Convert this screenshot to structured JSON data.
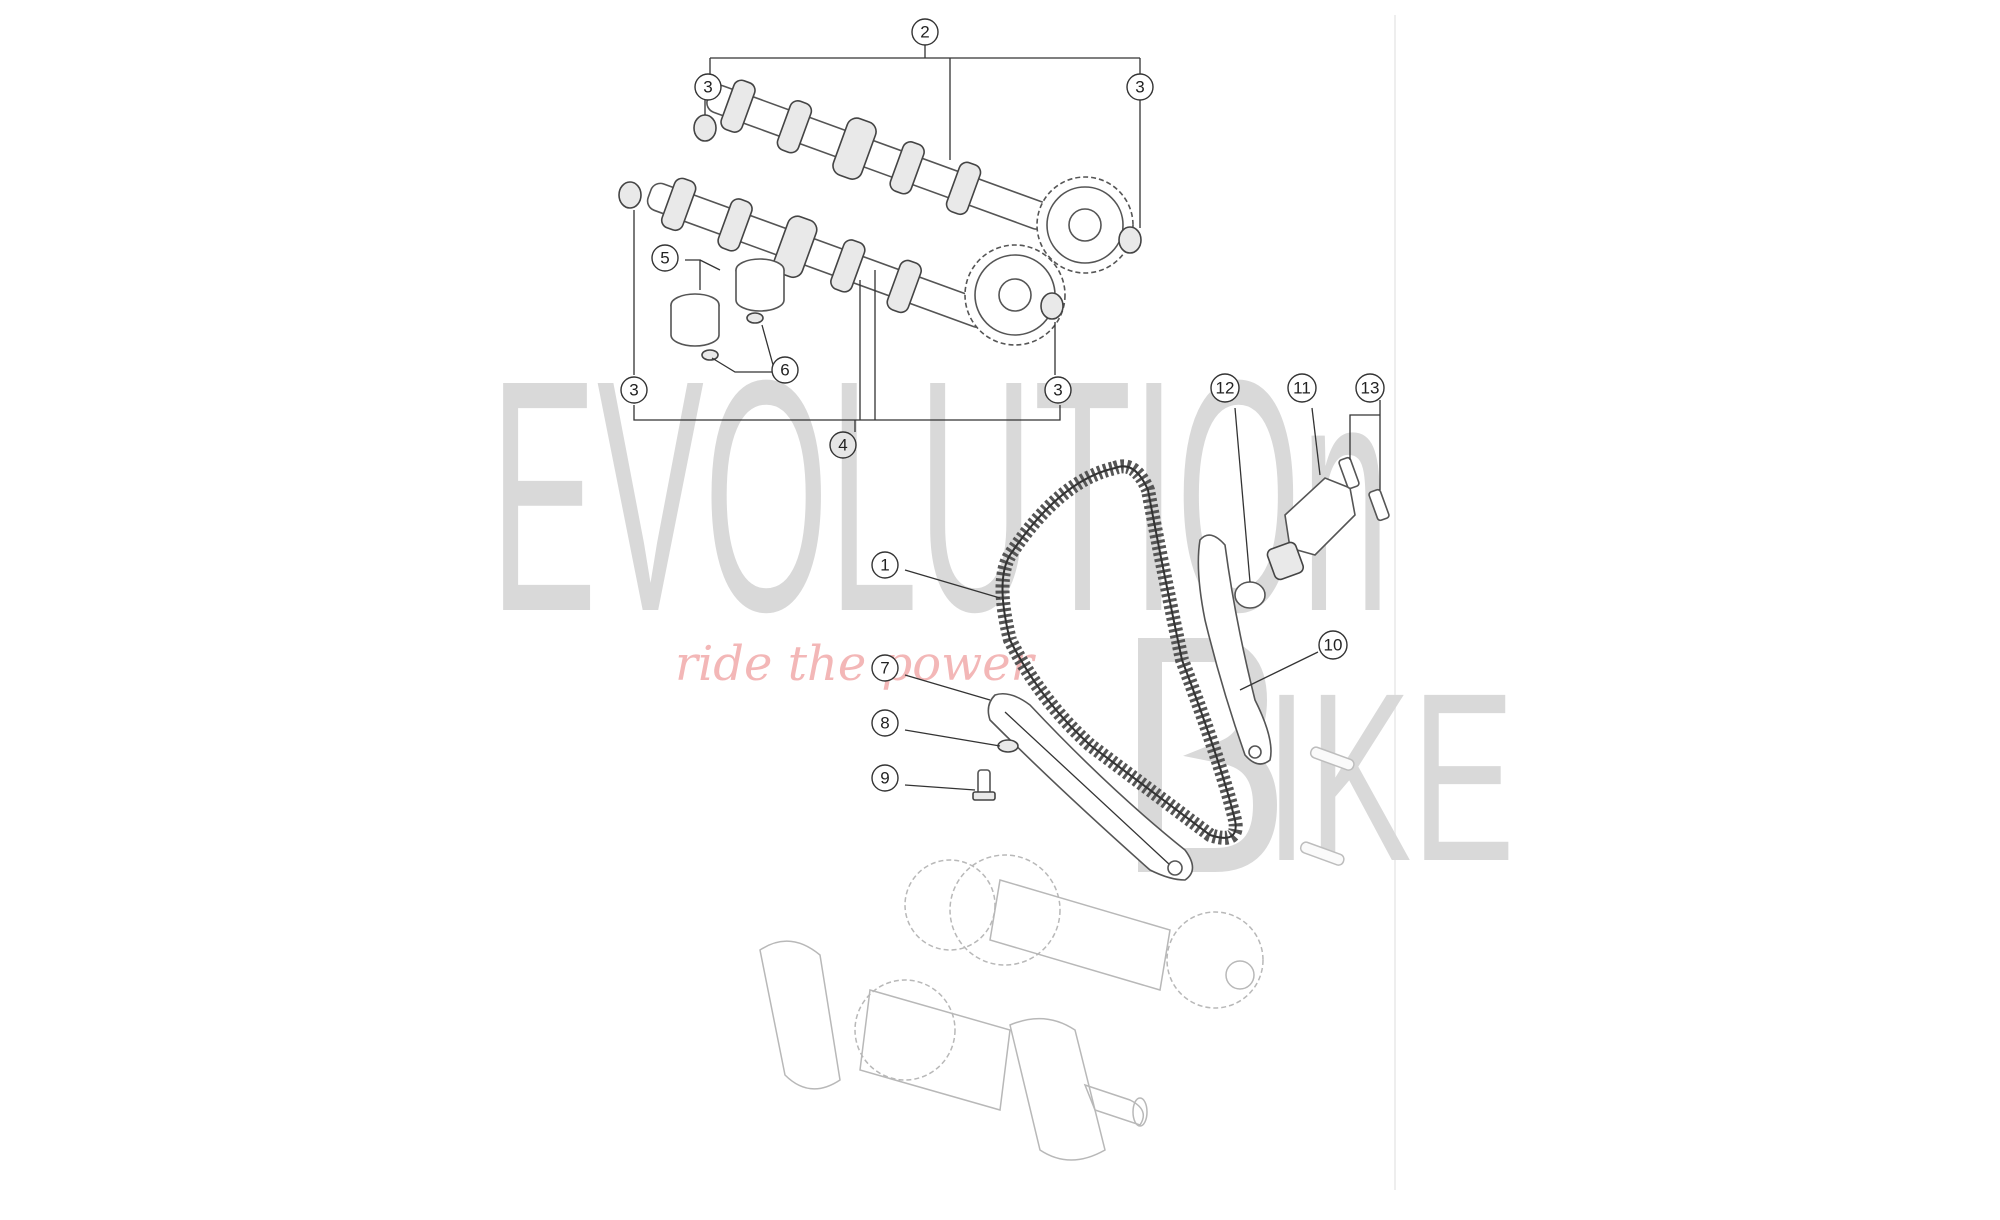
{
  "watermark": {
    "word_top": "EVOLUTIOn",
    "word_bottom": "IKE",
    "tagline": "ride the power"
  },
  "callouts": [
    {
      "id": "c2",
      "label": "2"
    },
    {
      "id": "c3a",
      "label": "3"
    },
    {
      "id": "c3b",
      "label": "3"
    },
    {
      "id": "c3c",
      "label": "3"
    },
    {
      "id": "c3d",
      "label": "3"
    },
    {
      "id": "c4",
      "label": "4"
    },
    {
      "id": "c5",
      "label": "5"
    },
    {
      "id": "c6",
      "label": "6"
    },
    {
      "id": "c1",
      "label": "1"
    },
    {
      "id": "c7",
      "label": "7"
    },
    {
      "id": "c8",
      "label": "8"
    },
    {
      "id": "c9",
      "label": "9"
    },
    {
      "id": "c10",
      "label": "10"
    },
    {
      "id": "c11",
      "label": "11"
    },
    {
      "id": "c12",
      "label": "12"
    },
    {
      "id": "c13",
      "label": "13"
    }
  ],
  "colors": {
    "watermark": "#d9d9d9",
    "tagline": "#f3b7b7",
    "lines": "#333333"
  }
}
